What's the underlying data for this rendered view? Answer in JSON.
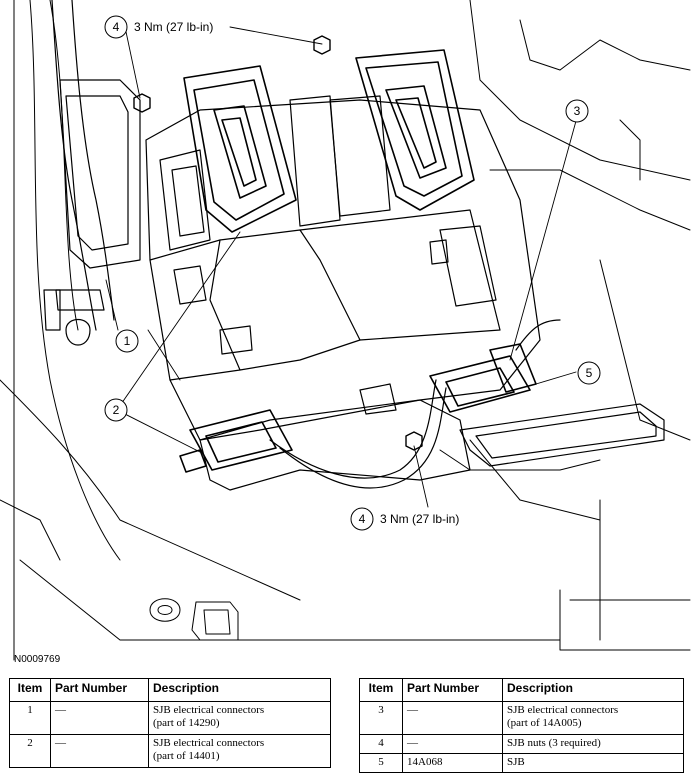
{
  "figure": {
    "id": "N0009769",
    "callouts": [
      {
        "num": "4",
        "label": "3 Nm (27 lb-in)"
      },
      {
        "num": "3",
        "label": ""
      },
      {
        "num": "1",
        "label": ""
      },
      {
        "num": "2",
        "label": ""
      },
      {
        "num": "5",
        "label": ""
      },
      {
        "num": "4",
        "label": "3 Nm (27 lb-in)"
      }
    ]
  },
  "tables": {
    "headers": {
      "item": "Item",
      "part_number": "Part Number",
      "description": "Description"
    },
    "left": [
      {
        "item": "1",
        "part": "—",
        "desc_line1": "SJB electrical connectors",
        "desc_line2": "(part of 14290)"
      },
      {
        "item": "2",
        "part": "—",
        "desc_line1": "SJB electrical connectors",
        "desc_line2": "(part of 14401)"
      }
    ],
    "right": [
      {
        "item": "3",
        "part": "—",
        "desc_line1": "SJB electrical connectors",
        "desc_line2": "(part of 14A005)"
      },
      {
        "item": "4",
        "part": "—",
        "desc_line1": "SJB nuts (3 required)",
        "desc_line2": ""
      },
      {
        "item": "5",
        "part": "14A068",
        "desc_line1": "SJB",
        "desc_line2": ""
      }
    ]
  }
}
